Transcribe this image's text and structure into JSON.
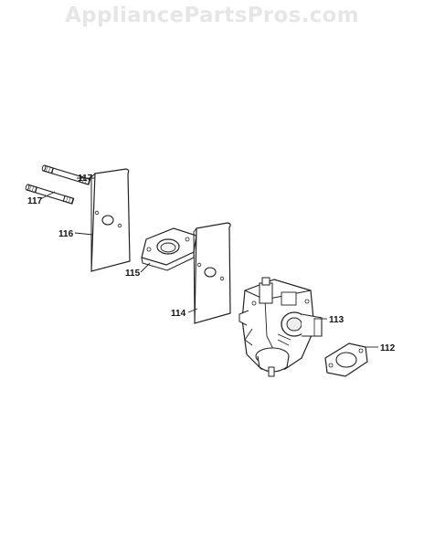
{
  "watermark": "AppliancePartsPros.com",
  "callouts": {
    "stud_upper": "117",
    "stud_lower": "117",
    "heat_shield": "116",
    "spacer": "115",
    "gasket_plate": "114",
    "carburetor": "113",
    "gasket": "112"
  }
}
